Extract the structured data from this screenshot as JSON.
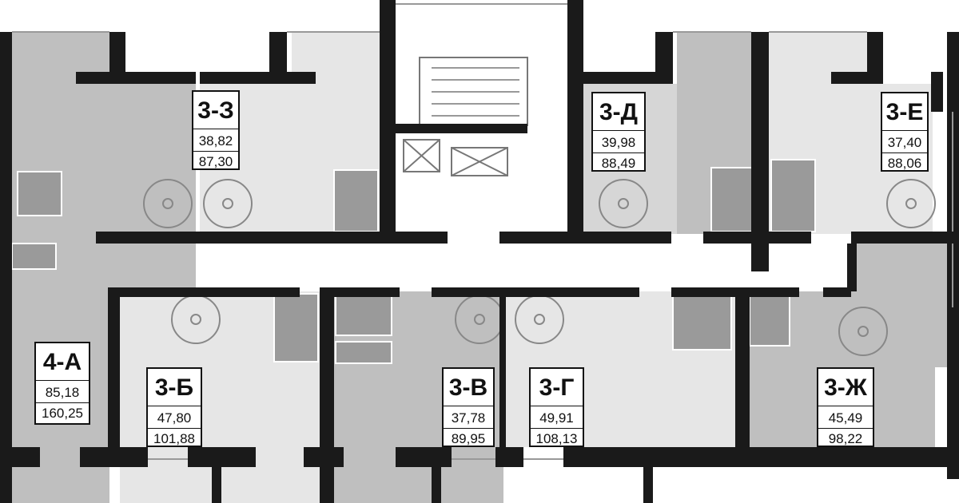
{
  "colors": {
    "wall": "#1a1a1a",
    "room_dark": "#bdbdbd",
    "room_light": "#e6e6e6",
    "corridor": "#ffffff",
    "fixture": "#8a8a8a"
  },
  "units": [
    {
      "code": "3-З",
      "living_area": "38,82",
      "total_area": "87,30"
    },
    {
      "code": "3-Д",
      "living_area": "39,98",
      "total_area": "88,49"
    },
    {
      "code": "3-Е",
      "living_area": "37,40",
      "total_area": "88,06"
    },
    {
      "code": "4-А",
      "living_area": "85,18",
      "total_area": "160,25"
    },
    {
      "code": "3-Б",
      "living_area": "47,80",
      "total_area": "101,88"
    },
    {
      "code": "3-В",
      "living_area": "37,78",
      "total_area": "89,95"
    },
    {
      "code": "3-Г",
      "living_area": "49,91",
      "total_area": "108,13"
    },
    {
      "code": "3-Ж",
      "living_area": "45,49",
      "total_area": "98,22"
    }
  ]
}
